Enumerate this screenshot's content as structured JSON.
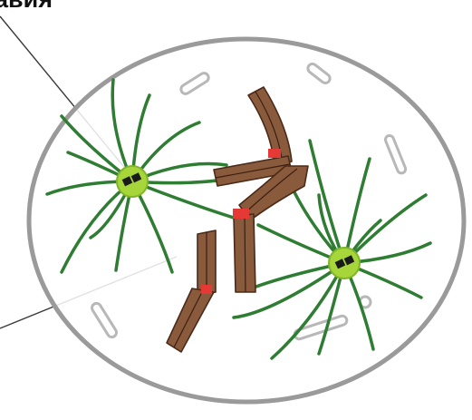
{
  "caption": "авия",
  "colors": {
    "cell_membrane": "#9a9a9a",
    "spindle_fiber": "#2e7d32",
    "centrosome": "#a6d63a",
    "centriole": "#1a1a1a",
    "chromosome": "#8a5a3c",
    "chromosome_edge": "#4a2a18",
    "centromere": "#e53935",
    "organelle_outline": "#b8b8b8",
    "leader_line": "#3a3a3a"
  },
  "icons": [
    "cell-membrane",
    "spindle-pole-centrosome",
    "chromosome",
    "vesicle-organelle"
  ]
}
